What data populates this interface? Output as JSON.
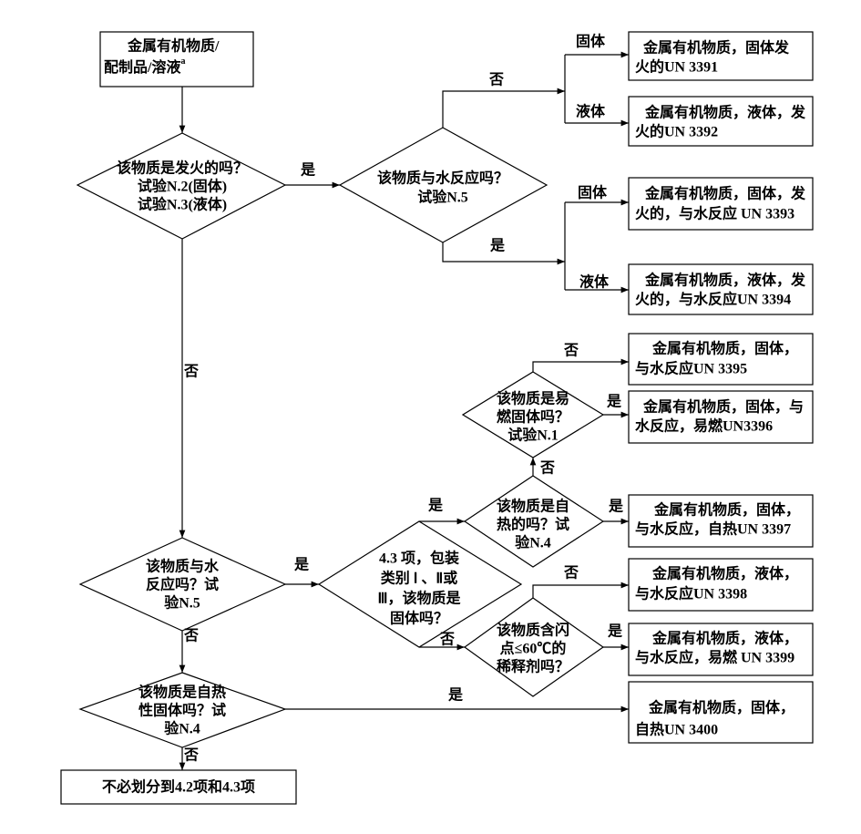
{
  "nodes": {
    "start": {
      "lines": [
        "金属有机物质/",
        "配制品/溶液"
      ],
      "superscript": "a"
    },
    "q_pyrophoric": {
      "lines": [
        "该物质是发火的吗？",
        "试验N.2(固体)",
        "试验N.3(液体)"
      ]
    },
    "q_water_reactive_1": {
      "lines": [
        "该物质与水反应吗？",
        "试验N.5"
      ]
    },
    "un3391": {
      "lines": [
        "金属有机物质，固体发",
        "火的UN 3391"
      ]
    },
    "un3392": {
      "lines": [
        "金属有机物质，液体，发",
        "火的UN 3392"
      ]
    },
    "un3393": {
      "lines": [
        "金属有机物质，固体，发",
        "火的，与水反应 UN 3393"
      ]
    },
    "un3394": {
      "lines": [
        "金属有机物质，液体，发",
        "火的，与水反应UN 3394"
      ]
    },
    "q_water_reactive_2": {
      "lines": [
        "该物质与水",
        "反应吗？试",
        "验N.5"
      ]
    },
    "q_div43_solid": {
      "lines": [
        "4.3 项，包装",
        "类别 Ⅰ 、Ⅱ或",
        "Ⅲ，该物质是",
        "固体吗？"
      ]
    },
    "q_self_heating": {
      "lines": [
        "该物质是自",
        "热的吗？试",
        "验N.4"
      ]
    },
    "q_flammable_solid": {
      "lines": [
        "该物质是易",
        "燃固体吗？",
        "试验N.1"
      ]
    },
    "un3395": {
      "lines": [
        "金属有机物质，固体，",
        "与水反应UN 3395"
      ]
    },
    "un3396": {
      "lines": [
        "金属有机物质，固体，与",
        "水反应，易燃UN3396"
      ]
    },
    "un3397": {
      "lines": [
        "金属有机物质，固体，",
        "与水反应，自热UN 3397"
      ]
    },
    "q_flash_point": {
      "lines": [
        "该物质含闪",
        "点≤60℃的",
        "稀释剂吗？"
      ]
    },
    "un3398": {
      "lines": [
        "金属有机物质，液体，",
        "与水反应UN 3398"
      ]
    },
    "un3399": {
      "lines": [
        "金属有机物质，液体，",
        "与水反应，易燃 UN 3399"
      ]
    },
    "q_self_heating_solid": {
      "lines": [
        "该物质是自热",
        "性固体吗？试",
        "验N.4"
      ]
    },
    "un3400": {
      "lines": [
        "金属有机物质，固体，",
        "自热UN 3400"
      ]
    },
    "not_classified": {
      "lines": [
        "不必划分到4.2项和4.3项"
      ]
    }
  },
  "edge_labels": {
    "pyrophoric_yes": "是",
    "pyrophoric_no": "否",
    "water1_no": "否",
    "water1_no_solid": "固体",
    "water1_no_liquid": "液体",
    "water1_yes": "是",
    "water1_yes_solid": "固体",
    "water1_yes_liquid": "液体",
    "flammable_no": "否",
    "flammable_yes": "是",
    "self_heating_no": "否",
    "self_heating_yes": "是",
    "div43_yes": "是",
    "water2_yes": "是",
    "flash_no": "否",
    "flash_yes": "是",
    "div43_no": "否",
    "water2_no": "否",
    "self_heating_solid_yes": "是",
    "self_heating_solid_no": "否"
  }
}
